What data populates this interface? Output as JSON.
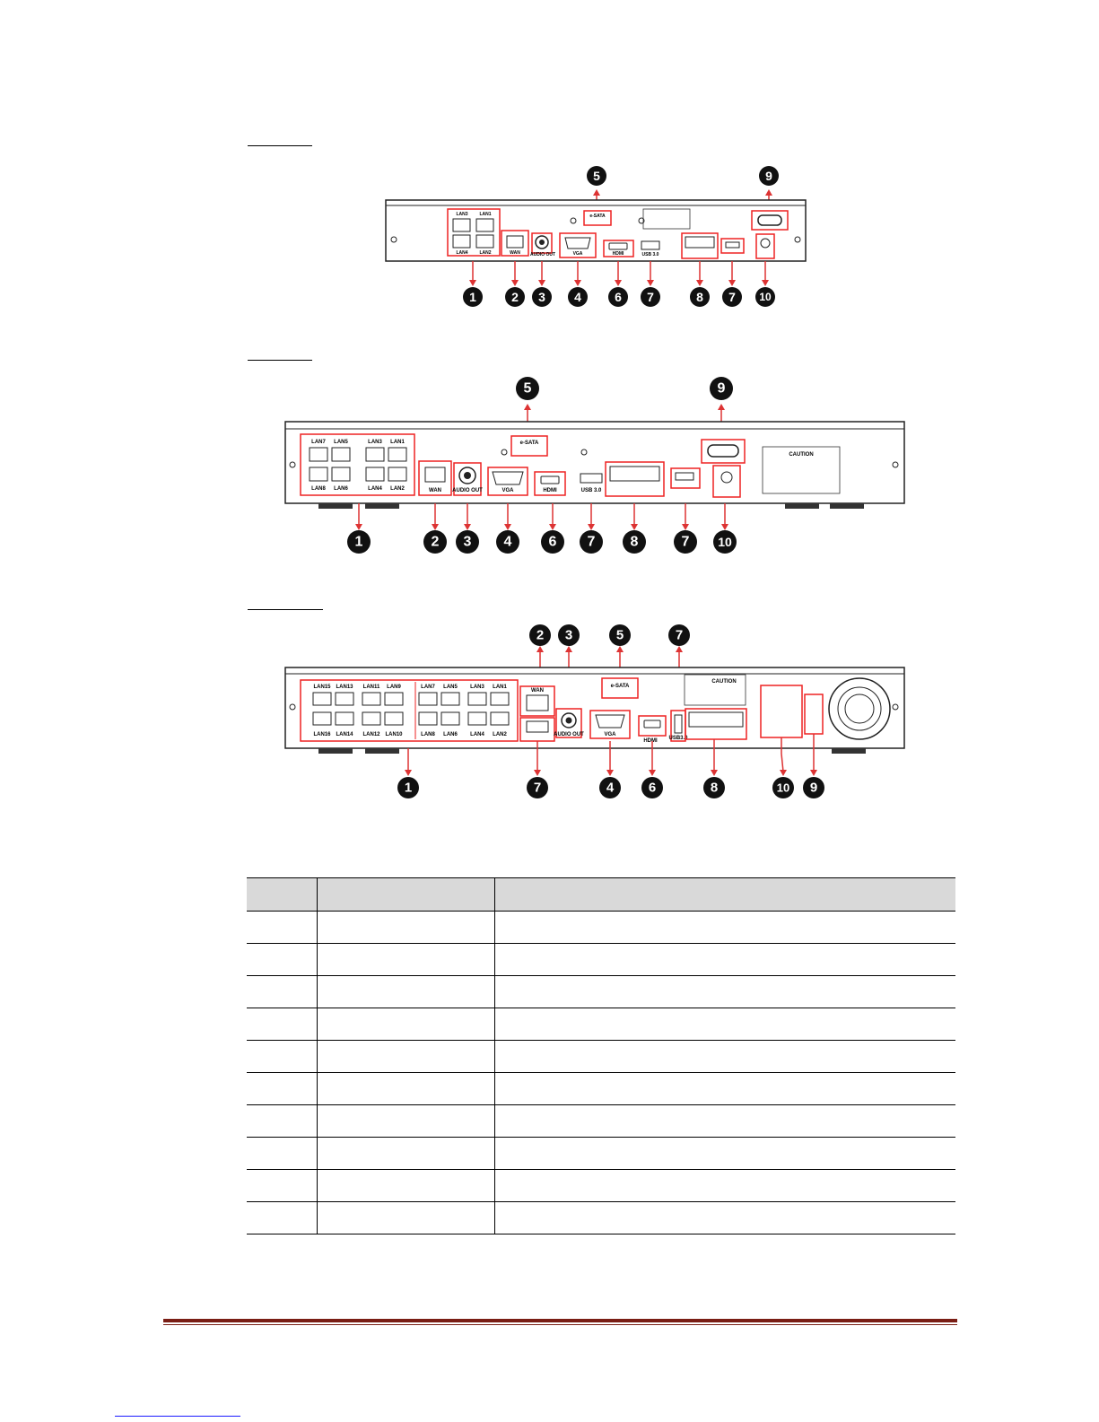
{
  "figures": [
    {
      "labels": {
        "esata": "e-SATA",
        "wan": "WAN",
        "audio_out": "AUDIO OUT",
        "vga": "VGA",
        "hdmi": "HDMI",
        "usb": "USB 3.0",
        "lan_top": [
          "LAN3",
          "LAN1"
        ],
        "lan_bottom": [
          "LAN4",
          "LAN2"
        ]
      },
      "callouts": [
        "1",
        "2",
        "3",
        "4",
        "5",
        "6",
        "7",
        "8",
        "7",
        "9",
        "10"
      ]
    },
    {
      "labels": {
        "esata": "e-SATA",
        "wan": "WAN",
        "audio_out": "AUDIO OUT",
        "vga": "VGA",
        "hdmi": "HDMI",
        "usb": "USB 3.0",
        "caution": "CAUTION",
        "lan_top": [
          "LAN7",
          "LAN5",
          "LAN3",
          "LAN1"
        ],
        "lan_bottom": [
          "LAN8",
          "LAN6",
          "LAN4",
          "LAN2"
        ]
      },
      "callouts": [
        "1",
        "2",
        "3",
        "4",
        "5",
        "6",
        "7",
        "8",
        "7",
        "9",
        "10"
      ]
    },
    {
      "labels": {
        "esata": "e-SATA",
        "wan": "WAN",
        "audio_out": "AUDIO OUT",
        "vga": "VGA",
        "hdmi": "HDMI",
        "usb": "USB3.0",
        "caution": "CAUTION",
        "lan_top": [
          "LAN15",
          "LAN13",
          "LAN11",
          "LAN9",
          "LAN7",
          "LAN5",
          "LAN3",
          "LAN1"
        ],
        "lan_bottom": [
          "LAN16",
          "LAN14",
          "LAN12",
          "LAN10",
          "LAN8",
          "LAN6",
          "LAN4",
          "LAN2"
        ]
      },
      "callouts": [
        "2",
        "3",
        "5",
        "7",
        "1",
        "7",
        "4",
        "6",
        "8",
        "10",
        "9"
      ]
    }
  ],
  "table": {
    "header": [
      "",
      "",
      ""
    ],
    "rows": 10
  }
}
